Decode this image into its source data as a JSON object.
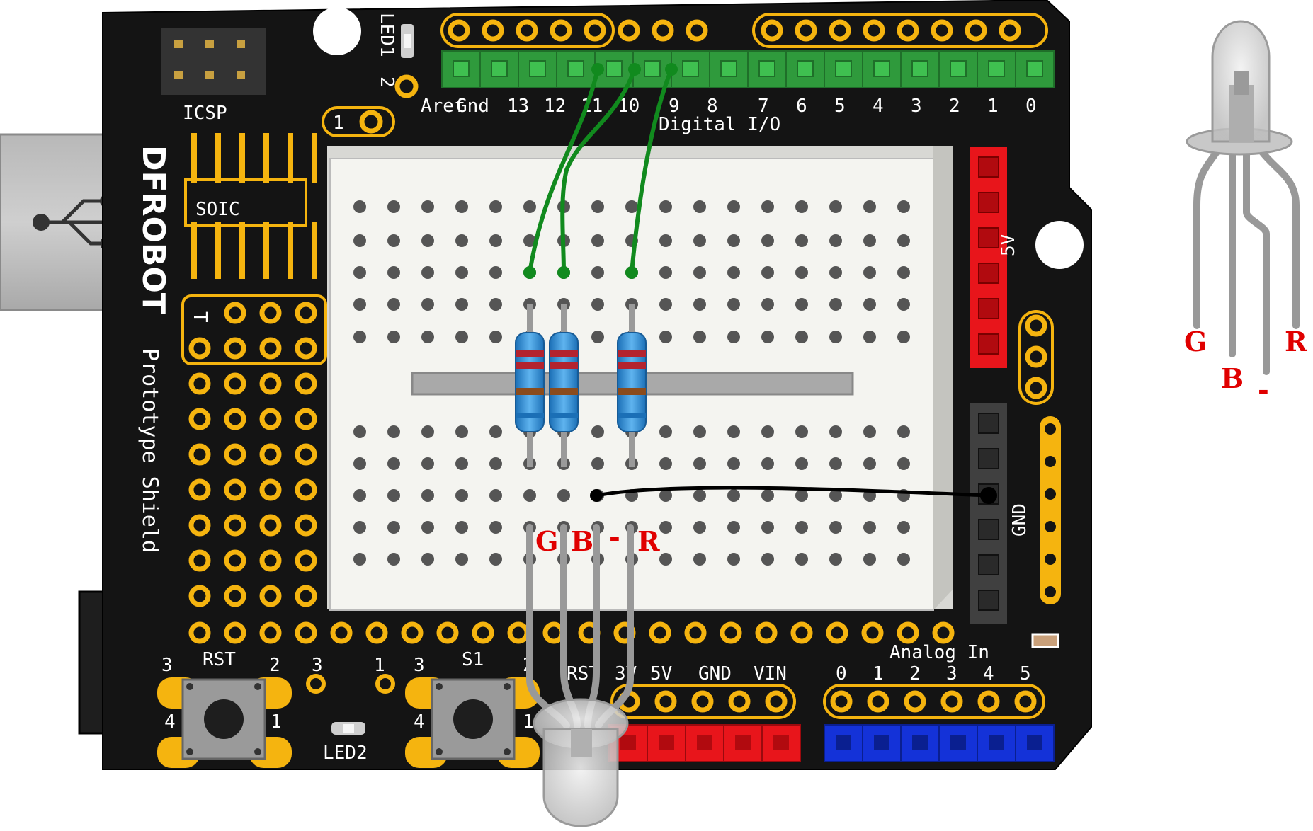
{
  "board": {
    "brand": "DFROBOT",
    "name": "Prototype Shield",
    "icsp_label": "ICSP",
    "soic_label": "SOIC",
    "led1_label": "LED1",
    "led2_label": "LED2",
    "digital_io_label": "Digital I/O",
    "analog_in_label": "Analog In",
    "rail_5v_label": "5V",
    "rail_gnd_label": "GND",
    "digital_pins": [
      "Aref",
      "Gnd",
      "13",
      "12",
      "11",
      "10",
      "9",
      "8",
      "7",
      "6",
      "5",
      "4",
      "3",
      "2",
      "1",
      "0"
    ],
    "power_pins": [
      "RST",
      "3V",
      "5V",
      "GND",
      "VIN"
    ],
    "analog_pins": [
      "0",
      "1",
      "2",
      "3",
      "4",
      "5"
    ],
    "rst_button_label": "RST",
    "s1_button_label": "S1",
    "pin_numbers": {
      "one": "1",
      "two": "2",
      "three": "3",
      "four": "4",
      "t": "T"
    }
  },
  "led_on_board": {
    "labels": [
      "G",
      "B",
      "-",
      "R"
    ]
  },
  "led_reference": {
    "labels": [
      "G",
      "B",
      "-",
      "R"
    ]
  },
  "colors": {
    "board": "#141414",
    "gold": "#f5b40f",
    "header_green": "#2f9a3c",
    "rail_red": "#e8151b",
    "rail_dark": "#404040",
    "analog_blue": "#1432d8",
    "wire_green": "#118a1e",
    "wire_black": "#000000",
    "label_red": "#e00000"
  },
  "wiring": [
    {
      "from_pin": "11",
      "resistor": 1,
      "led_leg": "G"
    },
    {
      "from_pin": "10",
      "resistor": 2,
      "led_leg": "B"
    },
    {
      "from_pin": "9",
      "resistor": 3,
      "led_leg": "R"
    },
    {
      "from_leg": "-",
      "to_rail": "GND"
    }
  ]
}
